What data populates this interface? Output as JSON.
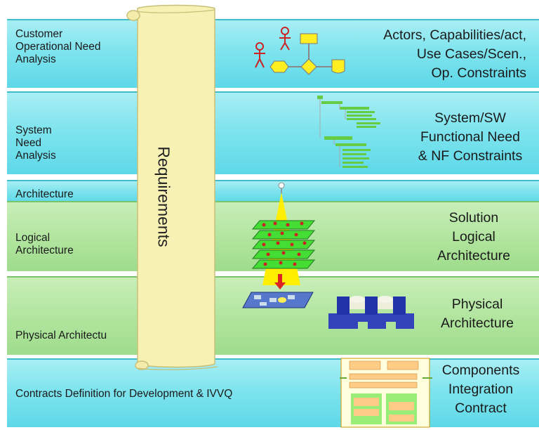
{
  "layers": [
    {
      "label": "Customer\nOperational Need\nAnalysis",
      "description": "Actors, Capabilities/act,\nUse Cases/Scen.,\nOp. Constraints"
    },
    {
      "label": "System\nNeed\nAnalysis",
      "description": "System/SW\nFunctional Need\n& NF Constraints"
    },
    {
      "label": "Architecture"
    },
    {
      "label": "Logical\nArchitecture",
      "description": "Solution\nLogical\nArchitecture"
    },
    {
      "label": "Physical Architectu",
      "description": "Physical\nArchitecture"
    },
    {
      "label": "Contracts Definition for Development & IVVQ",
      "description": "Components\nIntegration\nContract"
    }
  ],
  "requirements_label": "Requirements",
  "colors": {
    "cyan_band": "#7fe4ee",
    "green_band": "#b2e5a0",
    "scroll": "#f7f2b4",
    "accent_green": "#66cc44"
  },
  "icons": [
    "actor-icon",
    "use-case-flow-icon",
    "function-tree-icon",
    "layered-architecture-icon",
    "physical-components-icon",
    "integration-contract-icon"
  ]
}
